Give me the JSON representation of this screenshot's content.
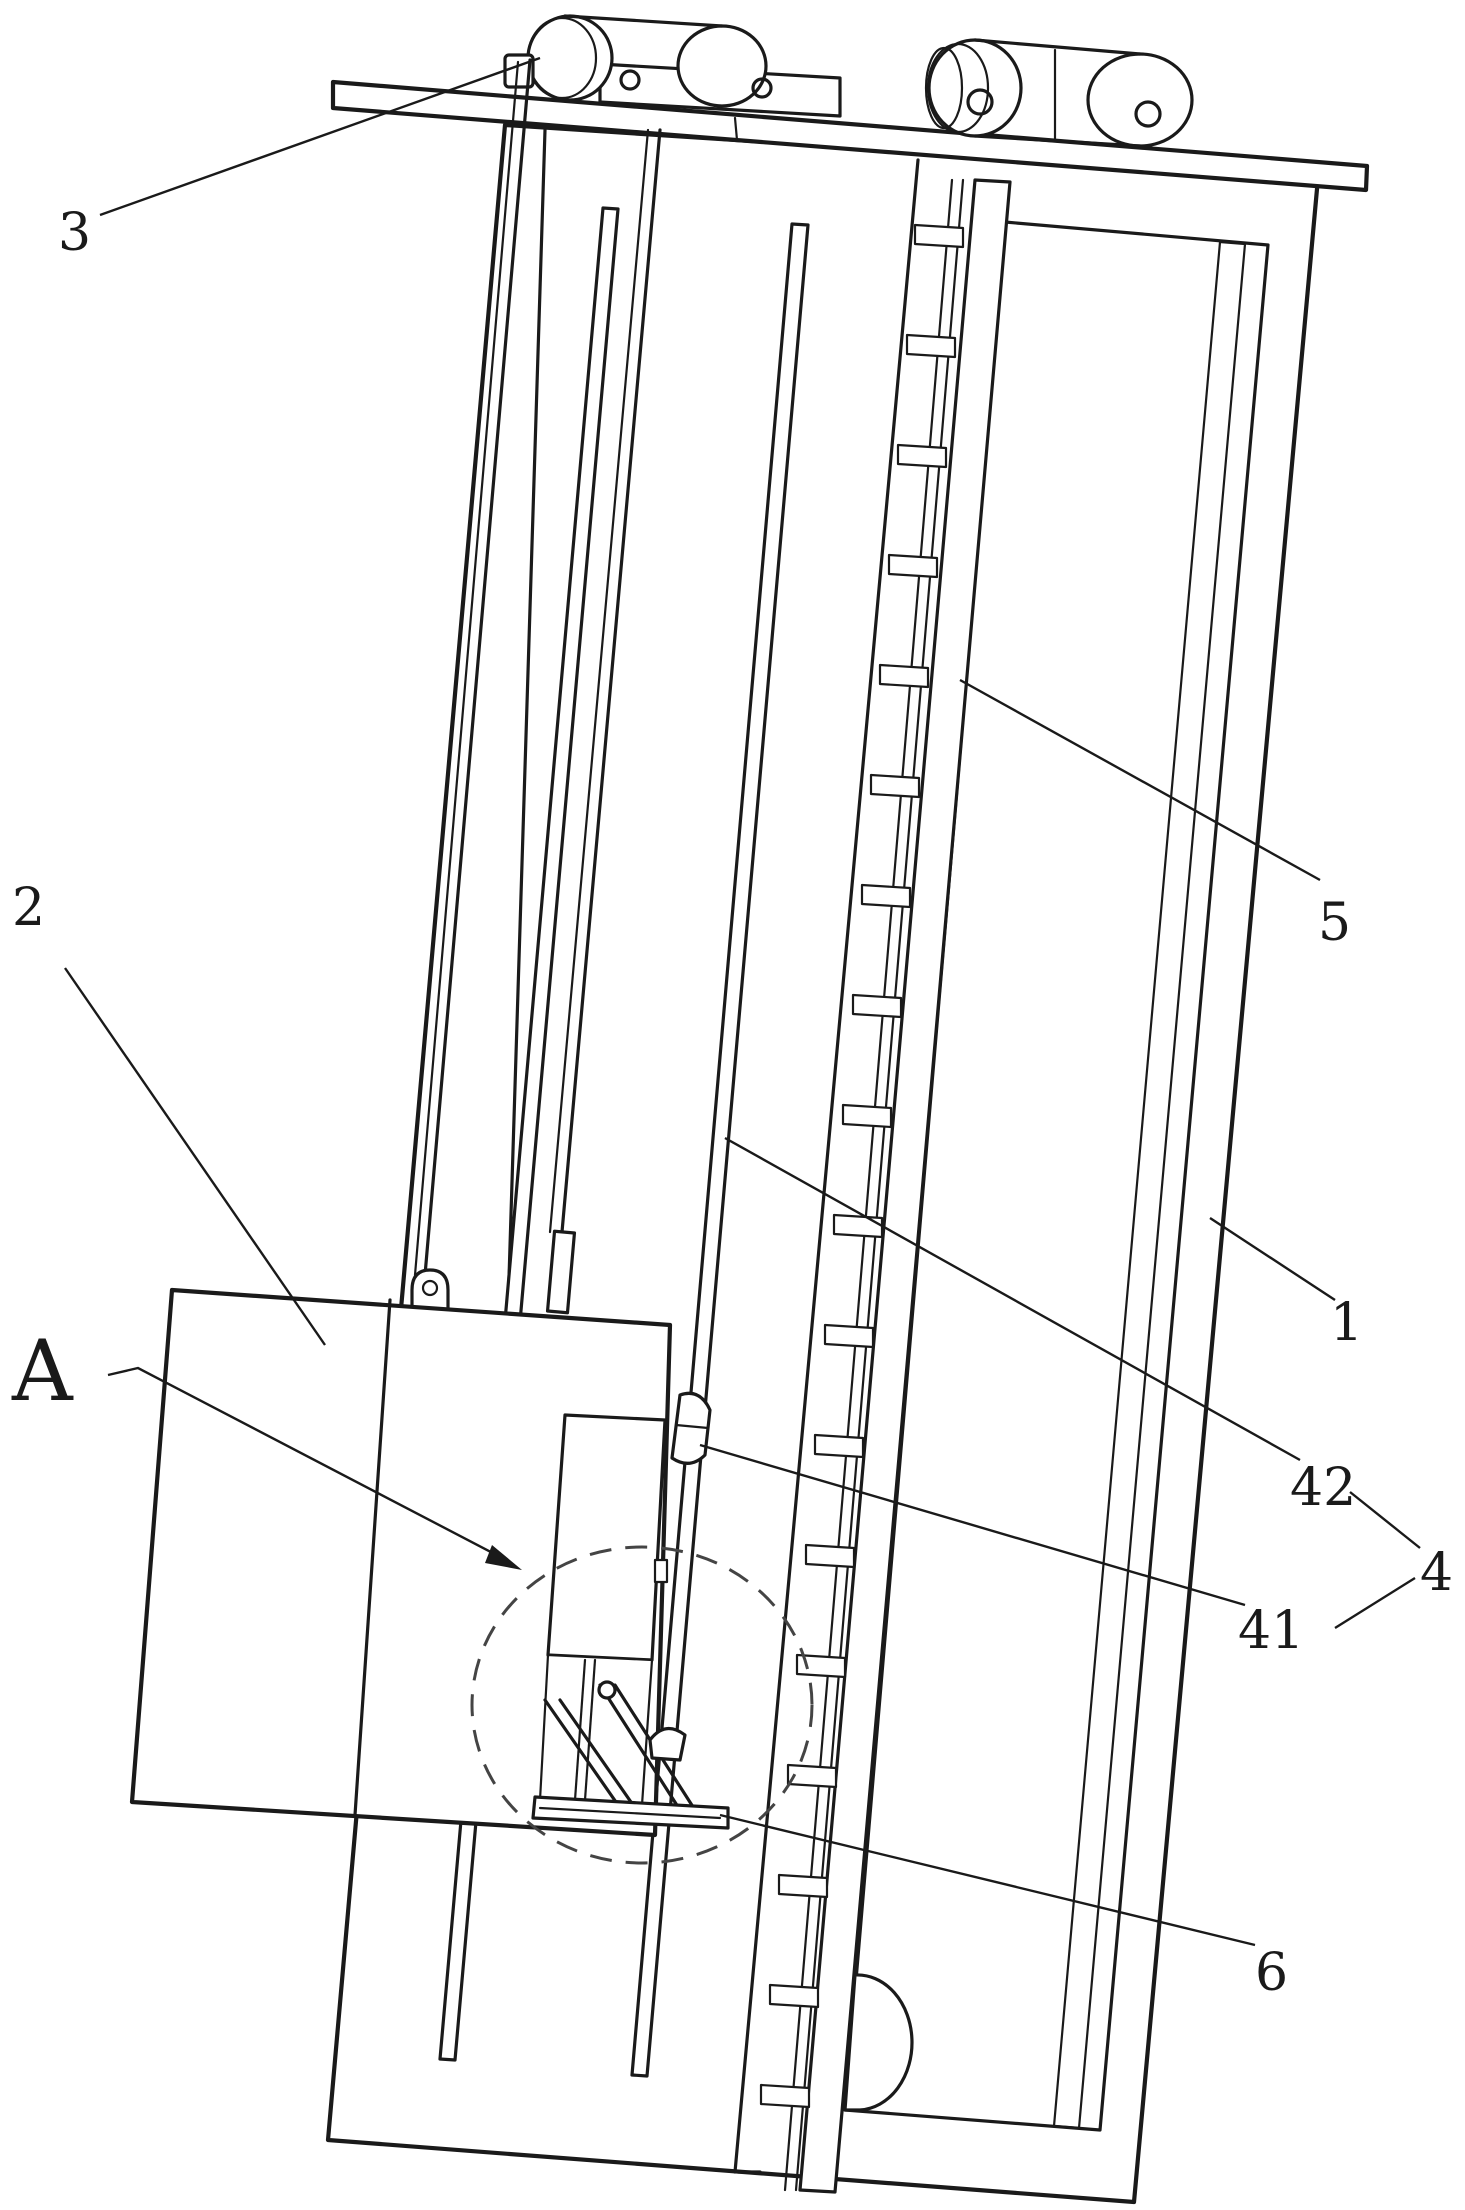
{
  "labels": {
    "frame": "1",
    "car": "2",
    "pulley": "3",
    "assembly": "4",
    "guide_rail": "42",
    "guide_shoe": "41",
    "rack": "5",
    "platform": "6",
    "detail": "A"
  }
}
